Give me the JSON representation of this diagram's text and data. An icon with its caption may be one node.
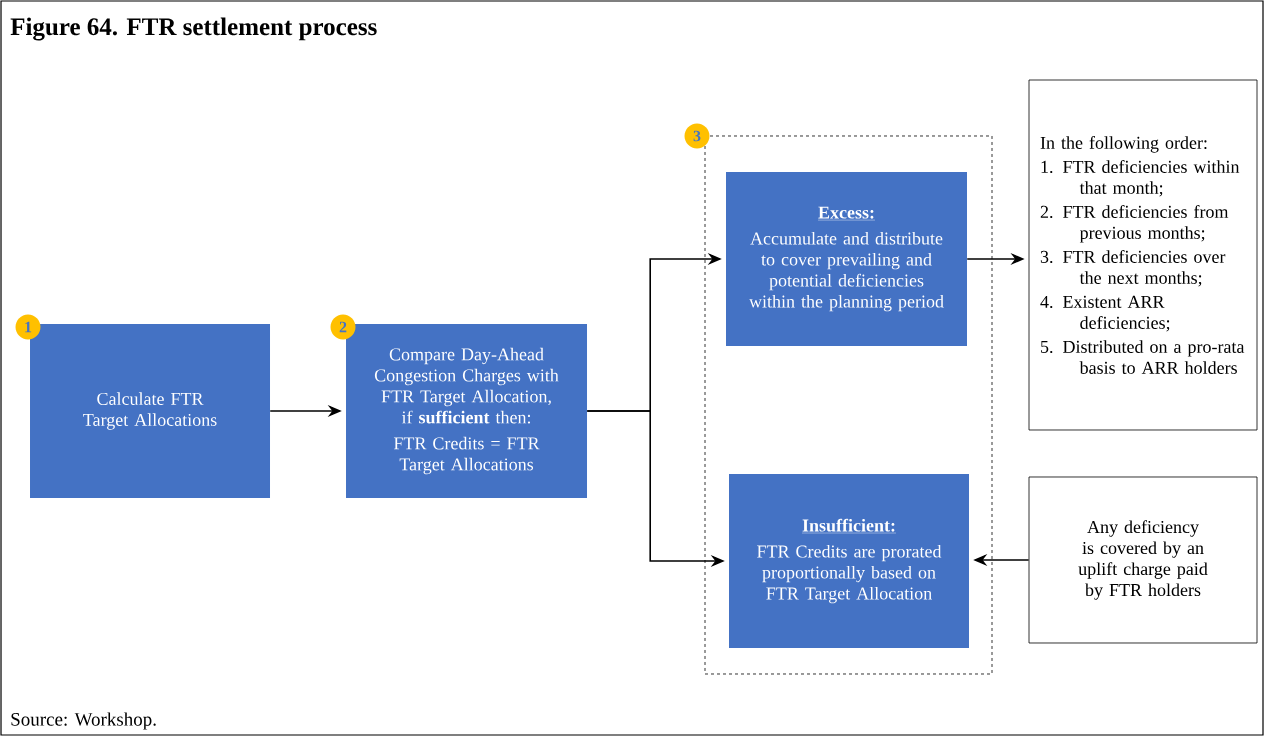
{
  "diagram": {
    "title": "Figure 64. FTR settlement process",
    "caption": "Source: Workshop.",
    "nodes": [
      {
        "text": [
          "Calculate FTR Target Allocations"
        ],
        "beside": [
          "1"
        ]
      },
      {
        "text": [
          "Compare Day-Ahead Congestion Charges with FTR Target Allocation, if **sufficient** then:",
          "FTR Credits = FTR Target Allocations"
        ],
        "beside": [
          "2"
        ]
      },
      {
        "text": [],
        "shape": "box",
        "beside": [
          "3"
        ]
      },
      {
        "text": [
          "Excess:",
          "Accumulate and distribute to cover prevailing and potential deficiencies within the planning period"
        ],
        "in": 2
      },
      {
        "text": [
          "Insufficient:",
          "FTR Credits are prorated proportionally based on FTR Target Allocation"
        ],
        "in": 2
      },
      {
        "text": [
          "In the following order:",
          "1. FTR deficiencies within that month;",
          "2. FTR deficiencies from previous months;",
          "3. FTR deficiencies over the next months;",
          "4. Existent ARR deficiencies;",
          "5. Distributed on a pro-rata basis to ARR holders"
        ]
      },
      {
        "text": [
          "Any deficiency is covered by an uplift charge paid by FTR holders"
        ]
      }
    ],
    "edges": [
      {
        "from": 0,
        "to": 1,
        "arrow": "to"
      },
      {
        "from": 1,
        "to": 3,
        "arrow": "to"
      },
      {
        "from": 1,
        "to": 4,
        "arrow": "to"
      },
      {
        "from": 3,
        "to": 5,
        "arrow": "to"
      },
      {
        "from": 6,
        "to": 4,
        "arrow": "to"
      }
    ]
  }
}
